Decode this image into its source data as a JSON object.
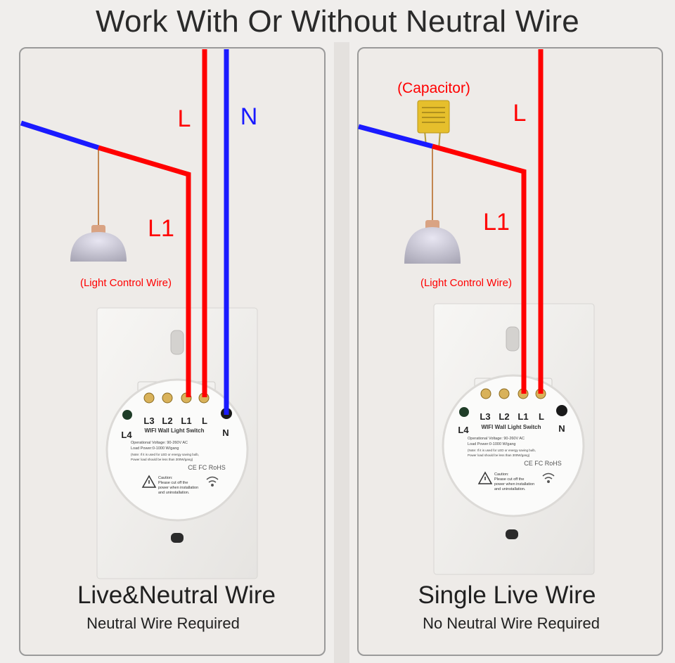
{
  "title": "Work With Or Without Neutral Wire",
  "left": {
    "wire_L": "L",
    "wire_N": "N",
    "wire_L1": "L1",
    "lamp_note": "(Light Control Wire)",
    "switch": {
      "terminals": [
        "L3",
        "L2",
        "L1",
        "L"
      ],
      "side_left": "L4",
      "side_right": "N",
      "name": "WIFI Wall Light Switch",
      "spec1": "Operational Voltage: 90-260V AC",
      "spec2": "Load Power:0-1000 W/gang",
      "note1": "(Note: If it is used for LED or energy saving bulb,",
      "note2": "Power load should be less than 300W/gang)",
      "certs": "CE FC RoHS",
      "caution_title": "Caution:",
      "caution1": "Please cut off the",
      "caution2": "power when installation",
      "caution3": "and uninstallation."
    },
    "caption_title": "Live&Neutral Wire",
    "caption_sub": "Neutral Wire Required"
  },
  "right": {
    "capacitor": "(Capacitor)",
    "wire_L": "L",
    "wire_L1": "L1",
    "lamp_note": "(Light Control Wire)",
    "switch": {
      "terminals": [
        "L3",
        "L2",
        "L1",
        "L"
      ],
      "side_left": "L4",
      "side_right": "N",
      "name": "WIFI Wall Light Switch",
      "spec1": "Operational Voltage: 90-260V AC",
      "spec2": "Load Power:0-1000 W/gang",
      "note1": "(Note: If it is used for LED or energy saving bulb,",
      "note2": "Power load should be less than 300W/gang)",
      "certs": "CE FC RoHS",
      "caution_title": "Caution:",
      "caution1": "Please cut off the",
      "caution2": "power when installation",
      "caution3": "and uninstallation."
    },
    "caption_title": "Single Live Wire",
    "caption_sub": "No Neutral Wire Required"
  },
  "colors": {
    "live": "#ff0000",
    "neutral": "#1a1aff",
    "lamp_cord": "#b5651d"
  }
}
